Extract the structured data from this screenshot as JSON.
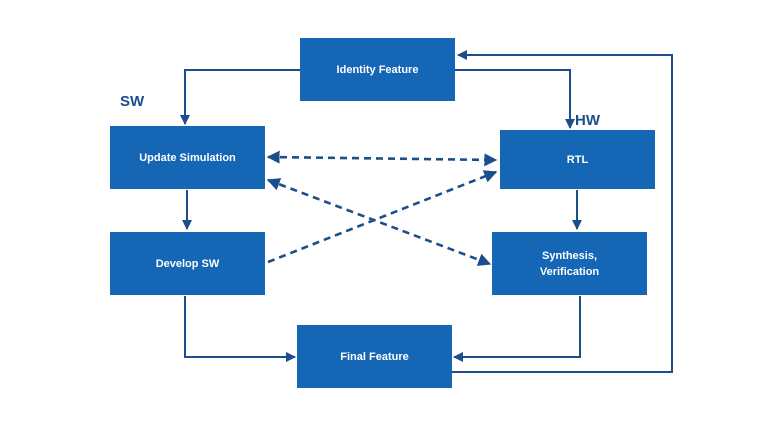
{
  "labels": {
    "sw": "SW",
    "hw": "HW"
  },
  "nodes": {
    "identity_feature": "Identity Feature",
    "update_simulation": "Update Simulation",
    "rtl": "RTL",
    "develop_sw": "Develop SW",
    "synthesis_line1": "Synthesis,",
    "synthesis_line2": "Verification",
    "final_feature": "Final Feature"
  },
  "colors": {
    "box_fill": "#1566b4",
    "arrow": "#1a4f8b",
    "box_text": "#ffffff"
  }
}
